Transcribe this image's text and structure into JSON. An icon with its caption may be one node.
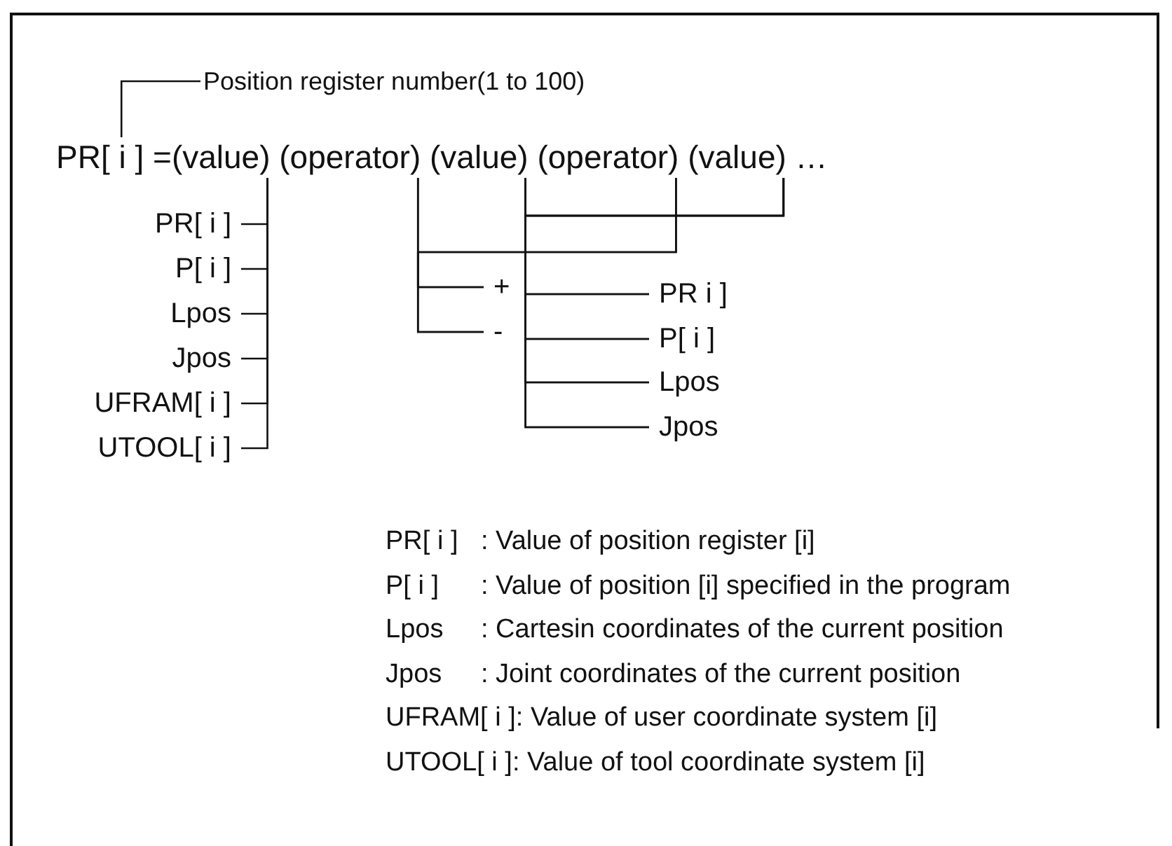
{
  "diagram": {
    "nodes": [
      {
        "text": [
          "Position register number(1 to 100)"
        ]
      },
      {
        "text": [
          "PR[ i ]"
        ]
      },
      {
        "text": [
          "=(value)"
        ]
      },
      {
        "text": [
          "(operator)"
        ]
      },
      {
        "text": [
          "(value)"
        ]
      },
      {
        "text": [
          "(operator)"
        ]
      },
      {
        "text": [
          "(value)"
        ]
      },
      {
        "text": [
          "PR[ i ]"
        ]
      },
      {
        "text": [
          "P[ i ]"
        ]
      },
      {
        "text": [
          "Lpos"
        ]
      },
      {
        "text": [
          "Jpos"
        ]
      },
      {
        "text": [
          "UFRAM[ i ]"
        ]
      },
      {
        "text": [
          "UTOOL[ i ]"
        ]
      },
      {
        "text": [
          "+"
        ]
      },
      {
        "text": [
          "-"
        ]
      },
      {
        "text": [
          "PR i ]"
        ]
      },
      {
        "text": [
          "P[ i ]"
        ]
      },
      {
        "text": [
          "Lpos"
        ]
      },
      {
        "text": [
          "Jpos"
        ]
      }
    ],
    "edges": [
      {
        "from": 0,
        "to": 1,
        "arrow": "none"
      },
      {
        "from": 2,
        "to": 7,
        "arrow": "none"
      },
      {
        "from": 2,
        "to": 8,
        "arrow": "none"
      },
      {
        "from": 2,
        "to": 9,
        "arrow": "none"
      },
      {
        "from": 2,
        "to": 10,
        "arrow": "none"
      },
      {
        "from": 2,
        "to": 11,
        "arrow": "none"
      },
      {
        "from": 2,
        "to": 12,
        "arrow": "none"
      },
      {
        "from": 3,
        "to": 13,
        "arrow": "none"
      },
      {
        "from": 3,
        "to": 14,
        "arrow": "none"
      },
      {
        "from": 5,
        "to": 13,
        "arrow": "none"
      },
      {
        "from": 5,
        "to": 14,
        "arrow": "none"
      },
      {
        "from": 4,
        "to": 15,
        "arrow": "none"
      },
      {
        "from": 4,
        "to": 16,
        "arrow": "none"
      },
      {
        "from": 4,
        "to": 17,
        "arrow": "none"
      },
      {
        "from": 4,
        "to": 18,
        "arrow": "none"
      },
      {
        "from": 6,
        "to": 15,
        "arrow": "none"
      },
      {
        "from": 6,
        "to": 16,
        "arrow": "none"
      },
      {
        "from": 6,
        "to": 17,
        "arrow": "none"
      },
      {
        "from": 6,
        "to": 18,
        "arrow": "none"
      }
    ],
    "labels": [
      "…",
      "PR[ i ]",
      ": Value of position register [i]",
      "P[ i ]",
      ": Value of position [i] specified in the program",
      "Lpos",
      ": Cartesin coordinates of the current position",
      "Jpos",
      ": Joint coordinates of the current position",
      "UFRAM[ i ]",
      ": Value of user coordinate system [i]",
      "UTOOL[ i ]",
      ": Value of tool coordinate system [i]"
    ]
  }
}
